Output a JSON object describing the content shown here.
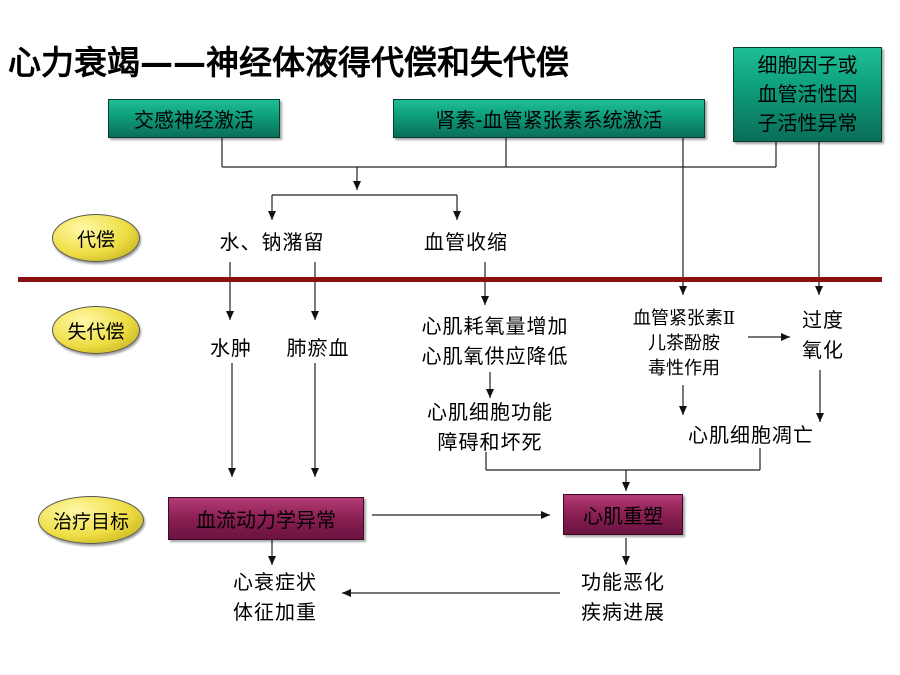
{
  "title": "心力衰竭——神经体液得代偿和失代偿",
  "colors": {
    "green_box": "#0d9c7a",
    "magenta_box": "#8a1f52",
    "divider": "#8b1010",
    "oval": "#eedd44"
  },
  "top_boxes": {
    "sympathetic": "交感神经激活",
    "raas": "肾素-血管紧张素系统激活",
    "factors": [
      "细胞因子或",
      "血管活性因",
      "子活性异常"
    ]
  },
  "stages": {
    "compensation": "代偿",
    "decompensation": "失代偿",
    "treatment_target": "治疗目标"
  },
  "compensation_effects": {
    "retention": "水、钠潴留",
    "vasoconstriction": "血管收缩"
  },
  "decompensation_effects": {
    "edema": "水肿",
    "congestion": "肺瘀血",
    "myocardial_oxygen": [
      "心肌耗氧量增加",
      "心肌氧供应降低"
    ],
    "myocardial_damage": [
      "心肌细胞功能",
      "障碍和坏死"
    ],
    "toxicity": [
      "血管紧张素Ⅱ",
      "儿茶酚胺",
      "毒性作用"
    ],
    "oxidation": [
      "过度",
      "氧化"
    ],
    "apoptosis": "心肌细胞凋亡"
  },
  "targets": {
    "hemodynamics": "血流动力学异常",
    "remodeling": "心肌重塑"
  },
  "outcomes": {
    "symptoms": [
      "心衰症状",
      "体征加重"
    ],
    "progression": [
      "功能恶化",
      "疾病进展"
    ]
  }
}
